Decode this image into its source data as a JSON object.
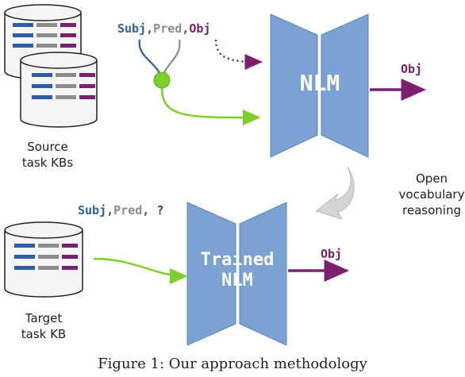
{
  "source": {
    "label_line1": "Source",
    "label_line2": "task KBs"
  },
  "triple_top": {
    "subj": "Subj",
    "comma1": ",",
    "pred": "Pred",
    "comma2": ",",
    "obj": "Obj"
  },
  "nlm_top": {
    "label": "NLM",
    "output": "Obj"
  },
  "reasoning": {
    "line1": "Open",
    "line2": "vocabulary",
    "line3": "reasoning"
  },
  "triple_bottom": {
    "subj": "Subj",
    "comma1": ",",
    "pred": "Pred",
    "comma2": ",",
    "query": "?"
  },
  "nlm_bottom": {
    "line1": "Trained",
    "line2": "NLM",
    "output": "Obj"
  },
  "target": {
    "label_line1": "Target",
    "label_line2": "task KB"
  },
  "caption": {
    "text": "Figure 1: Our approach methodology"
  },
  "colors": {
    "subj_blue": "#2f5ea8",
    "pred_gray": "#8c8c8c",
    "obj_purple": "#7b1f6e",
    "green": "#7ccf26",
    "nlm_fill": "#7aa3d4",
    "nlm_stroke": "#5d86b9"
  }
}
